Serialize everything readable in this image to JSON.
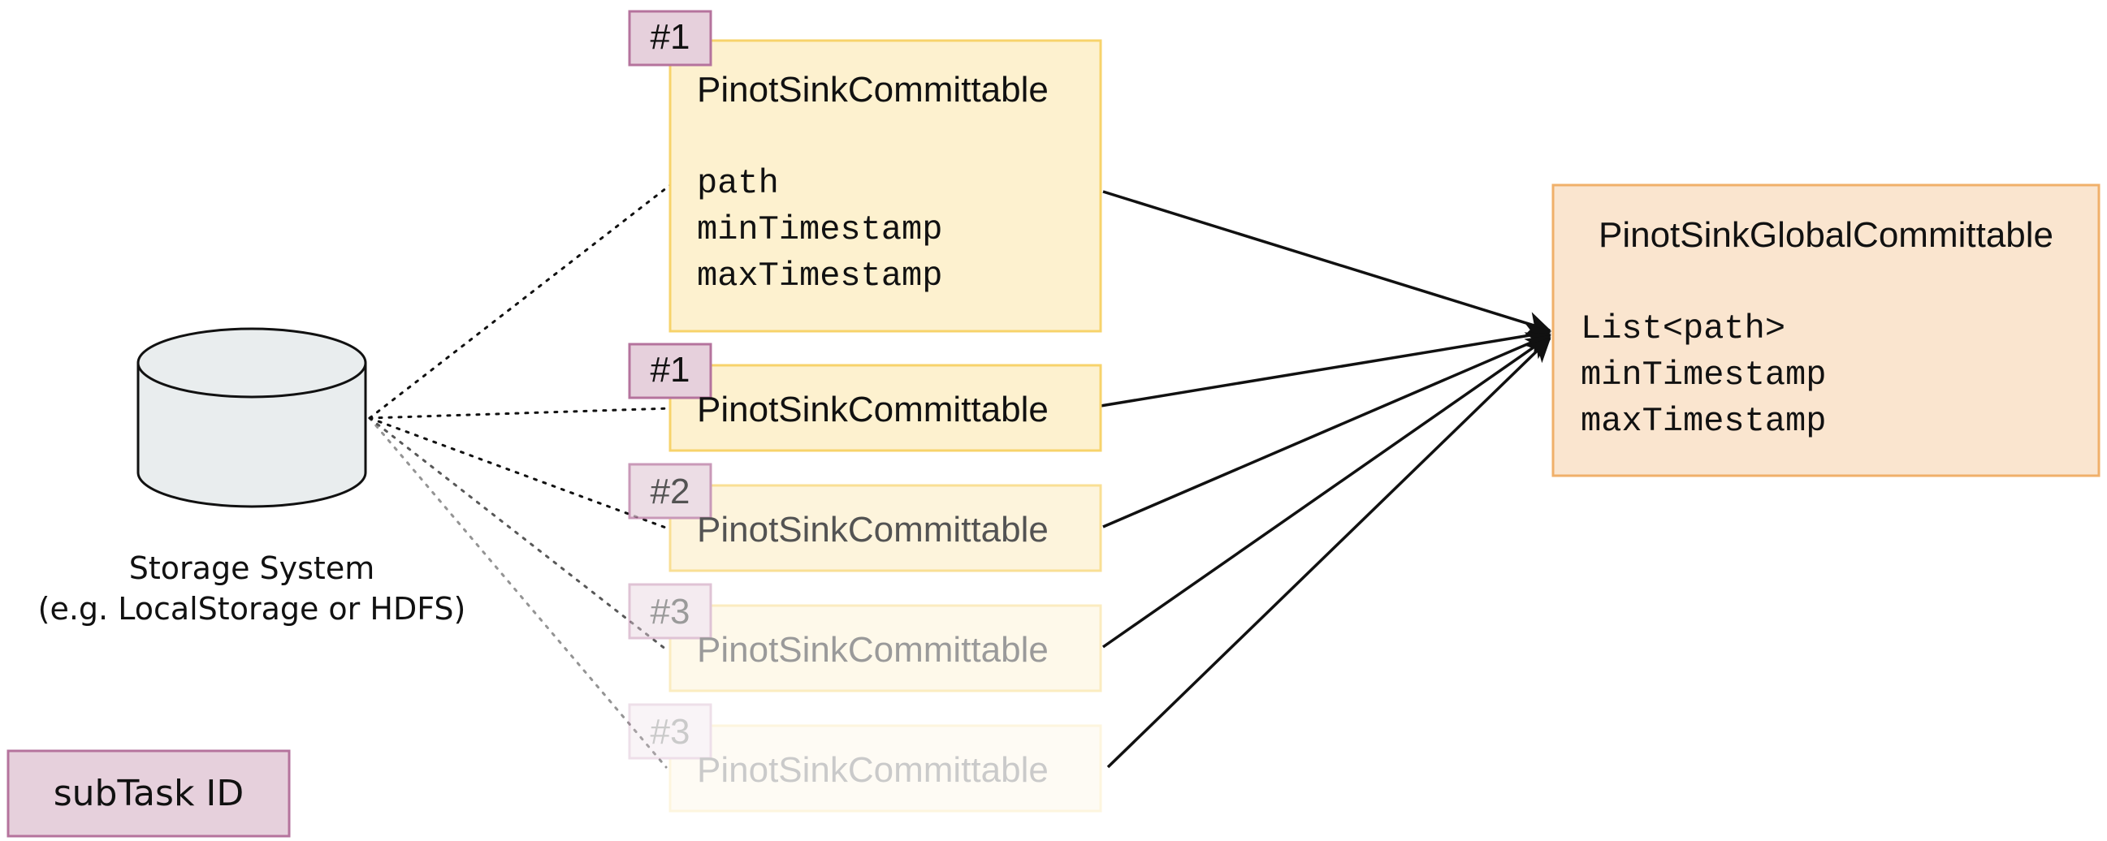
{
  "storage": {
    "label_line1": "Storage System",
    "label_line2": "(e.g. LocalStorage or HDFS)"
  },
  "legend": {
    "label": "subTask ID"
  },
  "committables": [
    {
      "title": "PinotSinkCommittable",
      "subtask_id": "#1",
      "fields": [
        "path",
        "minTimestamp",
        "maxTimestamp"
      ]
    },
    {
      "title": "PinotSinkCommittable",
      "subtask_id": "#1"
    },
    {
      "title": "PinotSinkCommittable",
      "subtask_id": "#2"
    },
    {
      "title": "PinotSinkCommittable",
      "subtask_id": "#3"
    },
    {
      "title": "PinotSinkCommittable",
      "subtask_id": "#3"
    }
  ],
  "global_committable": {
    "title": "PinotSinkGlobalCommittable",
    "fields": [
      "List<path>",
      "minTimestamp",
      "maxTimestamp"
    ]
  },
  "colors": {
    "committable_fill": "#fdf1cf",
    "committable_stroke": "#f7d36b",
    "global_fill": "#fae5cf",
    "global_stroke": "#f0b06a",
    "id_fill": "#e6d0dc",
    "id_stroke": "#b5739d",
    "storage_fill": "#e9edee",
    "line": "#111111"
  }
}
